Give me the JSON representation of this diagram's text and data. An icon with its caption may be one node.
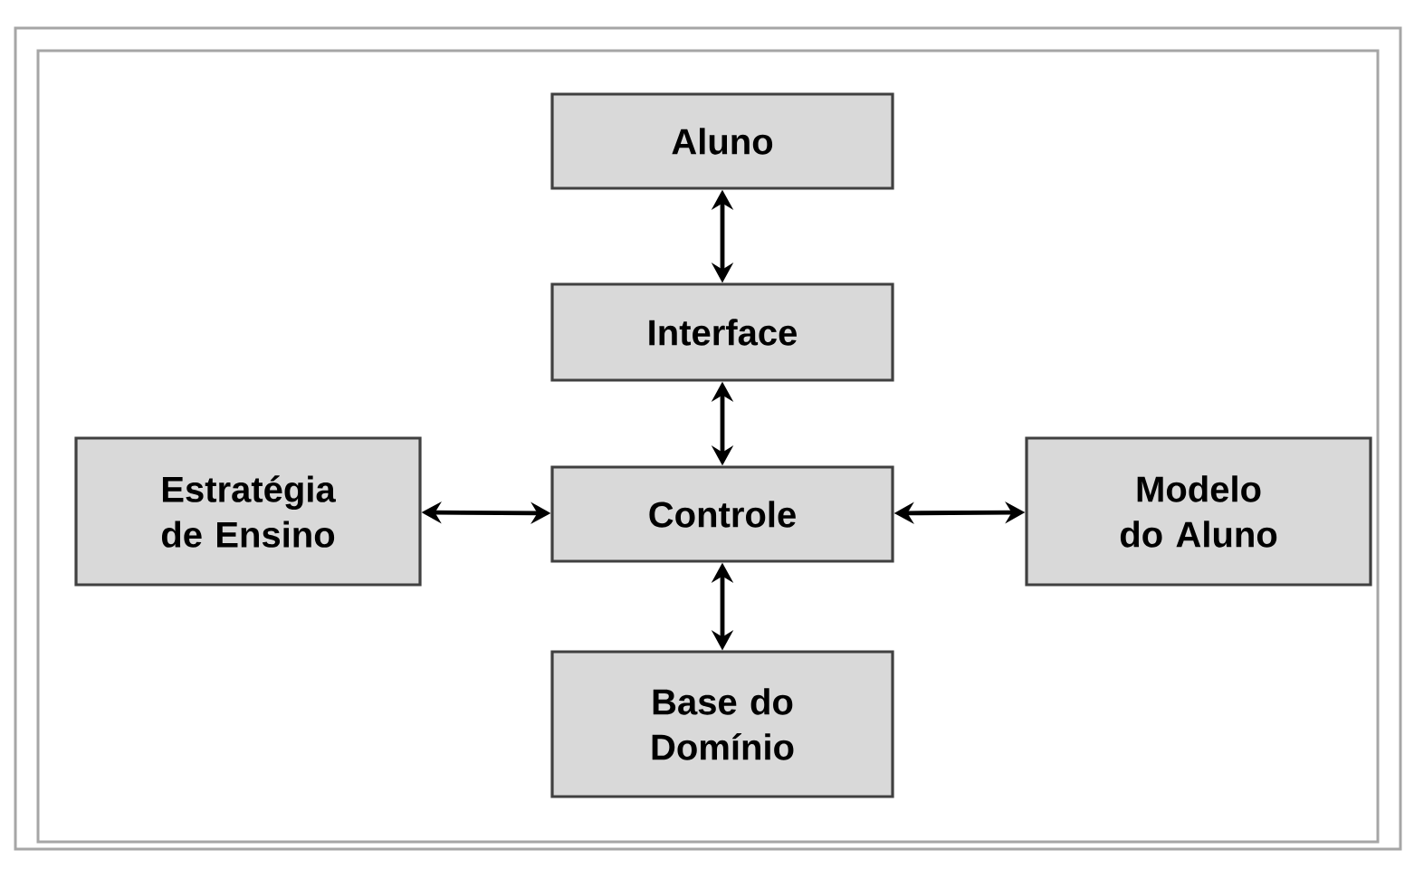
{
  "diagram": {
    "nodes": [
      {
        "text": [
          "Aluno"
        ]
      },
      {
        "text": [
          "Interface"
        ]
      },
      {
        "text": [
          "Estratégia de Ensino"
        ]
      },
      {
        "text": [
          "Controle"
        ]
      },
      {
        "text": [
          "Modelo do Aluno"
        ]
      },
      {
        "text": [
          "Base do Domínio"
        ]
      }
    ],
    "edges": [
      {
        "from": 0,
        "to": 1,
        "arrow": "both"
      },
      {
        "from": 1,
        "to": 3,
        "arrow": "both"
      },
      {
        "from": 2,
        "to": 3,
        "arrow": "both"
      },
      {
        "from": 3,
        "to": 4,
        "arrow": "both"
      },
      {
        "from": 3,
        "to": 5,
        "arrow": "both"
      }
    ]
  }
}
